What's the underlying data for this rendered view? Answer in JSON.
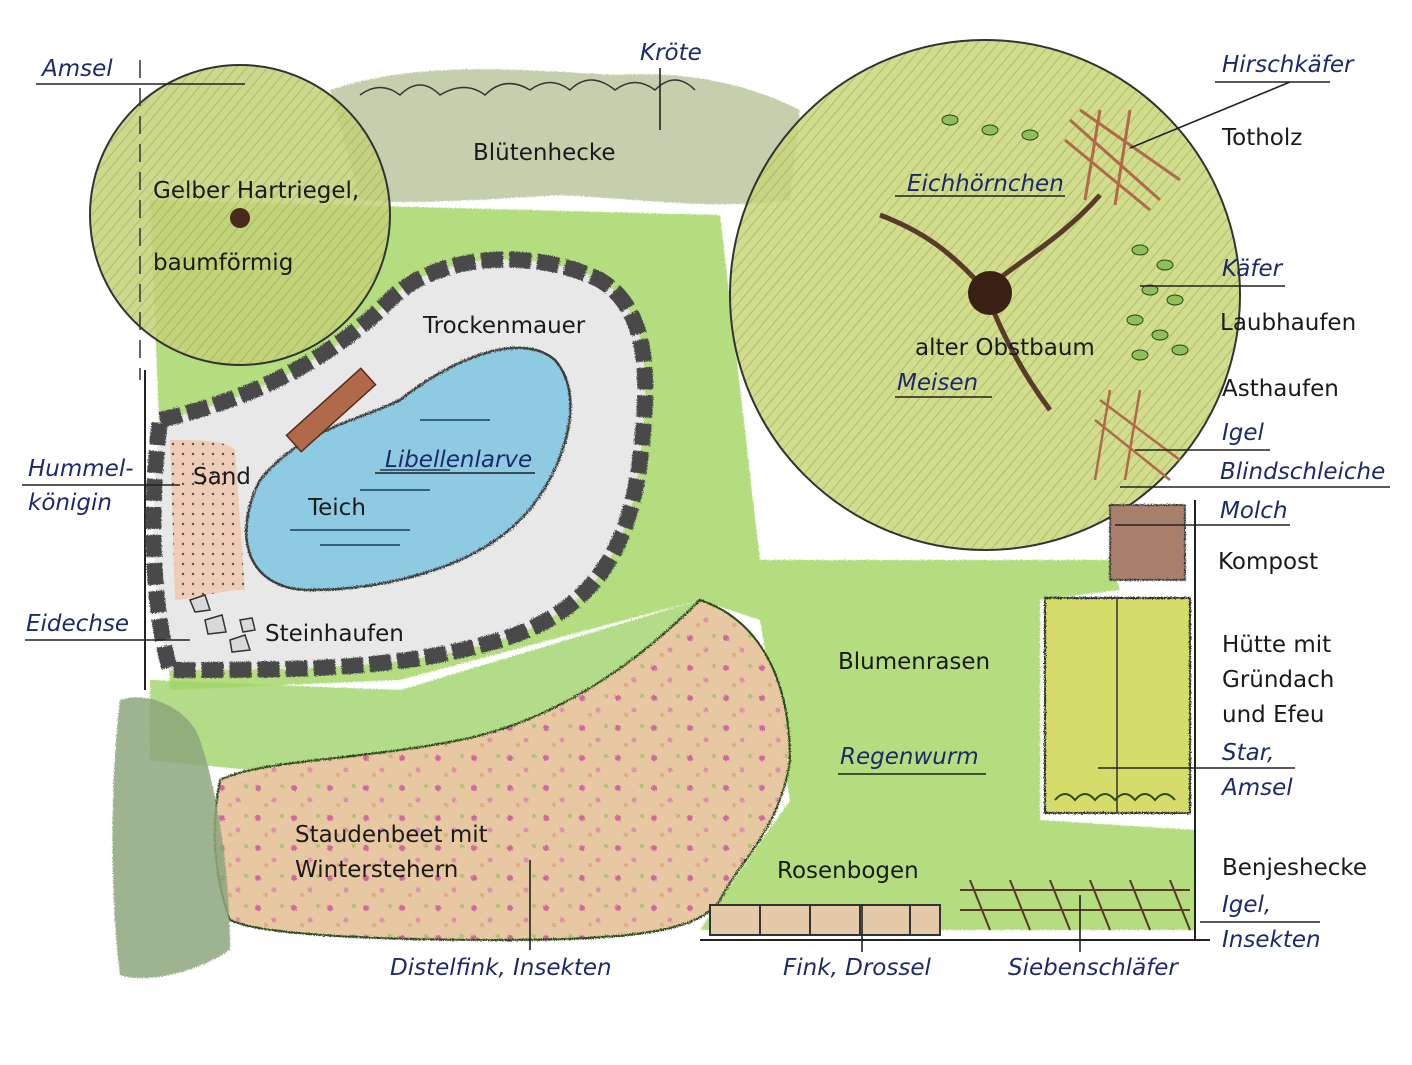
{
  "colors": {
    "lawn": "#a8d86a",
    "tree_canopy": "#c9d67a",
    "hedge": "#7f9a6a",
    "stone": "#5a5a5a",
    "water": "#7fc6e2",
    "sand": "#e8b8a0",
    "bed": "#e8c7a3",
    "bed_flower": "#c2449a",
    "wood": "#b06a4a",
    "compost": "#a87f6a",
    "ink": "#1a1a1a",
    "animal_ink": "#1c2a6b"
  },
  "labels": {
    "amsel_top": "Amsel",
    "kroete": "Kröte",
    "bluetenhecke": "Blütenhecke",
    "hartriegel_1": "Gelber Hartriegel,",
    "hartriegel_2": "baumförmig",
    "trockenmauer": "Trockenmauer",
    "libellenlarve": "Libellenlarve",
    "teich": "Teich",
    "sand": "Sand",
    "hummel_1": "Hummel-",
    "hummel_2": "königin",
    "eidechse": "Eidechse",
    "steinhaufen": "Steinhaufen",
    "eichhoernchen": "Eichhörnchen",
    "alter_obstbaum": "alter Obstbaum",
    "meisen": "Meisen",
    "hirschkaefer": "Hirschkäfer",
    "totholz": "Totholz",
    "kaefer": "Käfer",
    "laubhaufen": "Laubhaufen",
    "asthaufen": "Asthaufen",
    "igel": "Igel",
    "blindschleiche": "Blindschleiche",
    "molch": "Molch",
    "kompost": "Kompost",
    "huette": "Hütte mit\nGründach\nund Efeu",
    "star_amsel": "Star,\nAmsel",
    "blumenrasen": "Blumenrasen",
    "regenwurm": "Regenwurm",
    "staudenbeet": "Staudenbeet mit\nWinterstehern",
    "rosenbogen": "Rosenbogen",
    "benjeshecke": "Benjeshecke",
    "igel_insekten": "Igel,\nInsekten",
    "distelfink": "Distelfink, Insekten",
    "fink_drossel": "Fink, Drossel",
    "siebenschlaefer": "Siebenschläfer"
  }
}
